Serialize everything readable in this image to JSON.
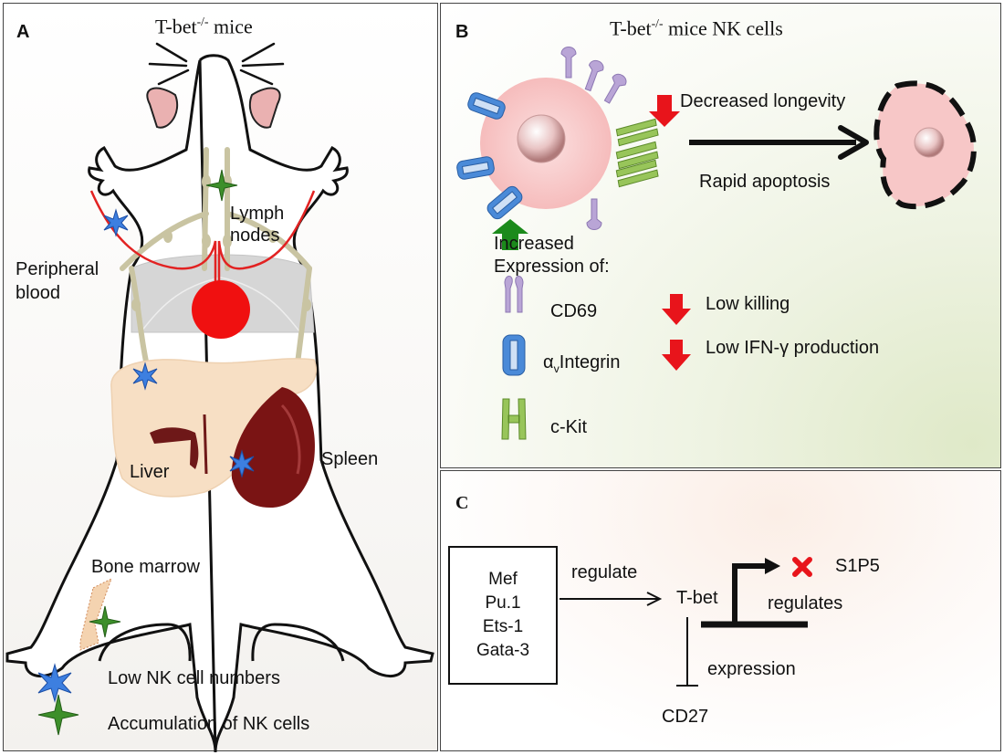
{
  "panel_a": {
    "letter": "A",
    "title_main": "T-bet",
    "title_sup": "-/-",
    "title_rest": " mice",
    "labels": {
      "lymph_nodes": "Lymph\nnodes",
      "peripheral_blood": "Peripheral\nblood",
      "liver": "Liver",
      "spleen": "Spleen",
      "bone_marrow": "Bone marrow"
    },
    "legend": {
      "low_nk": "Low NK cell numbers",
      "accumulation": "Accumulation of NK cells"
    }
  },
  "panel_b": {
    "letter": "B",
    "title_main": "T-bet",
    "title_sup": "-/-",
    "title_rest": " mice NK cells",
    "decreased_longevity": "Decreased longevity",
    "rapid_apoptosis": "Rapid apoptosis",
    "increased_expression": "Increased\nExpression of:",
    "markers": {
      "cd69": "CD69",
      "integrin_sub": "v",
      "integrin_pre": "α",
      "integrin_rest": "Integrin",
      "ckit": "c-Kit"
    },
    "low_killing": "Low killing",
    "low_ifn": "Low IFN-γ production"
  },
  "panel_c": {
    "letter": "C",
    "factors": [
      "Mef",
      "Pu.1",
      "Ets-1",
      "Gata-3"
    ],
    "regulate": "regulate",
    "tbet": "T-bet",
    "s1p5": "S1P5",
    "regulates": "regulates",
    "expression": "expression",
    "cd27": "CD27"
  },
  "colors": {
    "red_arrow": "#e8141b",
    "green_arrow": "#1b8a1b",
    "blood_red": "#f01010",
    "nk_blue": "#3d7fe0",
    "star_green": "#3d8f2a",
    "cd69_purple": "#b9a5d6",
    "integrin_blue": "#4a8ad8",
    "ckit_green": "#98c55a"
  }
}
